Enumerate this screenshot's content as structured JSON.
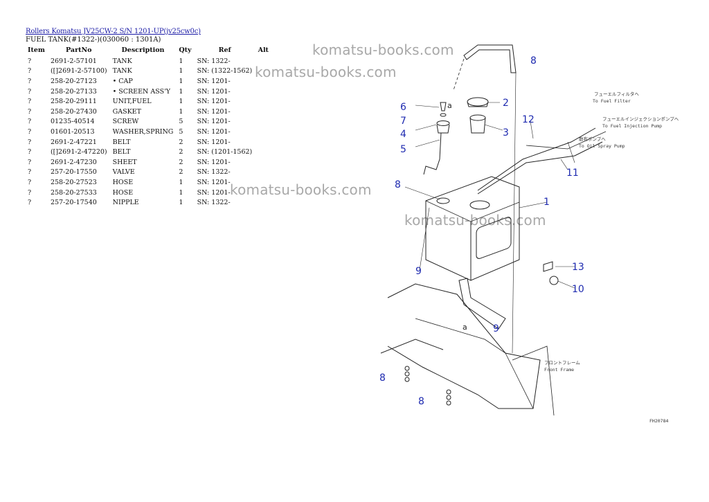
{
  "header": {
    "breadcrumb": "Rollers Komatsu JV25CW-2 S/N 1201-UP(jv25cw0c)",
    "subtitle": "FUEL TANK(#1322-)(030060 : 1301A)"
  },
  "table": {
    "columns": [
      "Item",
      "PartNo",
      "Description",
      "Qty",
      "Ref",
      "Alt"
    ],
    "rows": [
      {
        "item": "?",
        "partno": "2691-2-57101",
        "desc": "TANK",
        "qty": "1",
        "ref": "SN: 1322-",
        "alt": ""
      },
      {
        "item": "?",
        "partno": "([]2691-2-57100)",
        "desc": "TANK",
        "qty": "1",
        "ref": "SN: (1322-1562)",
        "alt": ""
      },
      {
        "item": "?",
        "partno": "258-20-27123",
        "desc": "• CAP",
        "qty": "1",
        "ref": "SN: 1201-",
        "alt": ""
      },
      {
        "item": "?",
        "partno": "258-20-27133",
        "desc": "• SCREEN ASS'Y",
        "qty": "1",
        "ref": "SN: 1201-",
        "alt": ""
      },
      {
        "item": "?",
        "partno": "258-20-29111",
        "desc": "UNIT,FUEL",
        "qty": "1",
        "ref": "SN: 1201-",
        "alt": ""
      },
      {
        "item": "?",
        "partno": "258-20-27430",
        "desc": "GASKET",
        "qty": "1",
        "ref": "SN: 1201-",
        "alt": ""
      },
      {
        "item": "?",
        "partno": "01235-40514",
        "desc": "SCREW",
        "qty": "5",
        "ref": "SN: 1201-",
        "alt": ""
      },
      {
        "item": "?",
        "partno": "01601-20513",
        "desc": "WASHER,SPRING",
        "qty": "5",
        "ref": "SN: 1201-",
        "alt": ""
      },
      {
        "item": "?",
        "partno": "2691-2-47221",
        "desc": "BELT",
        "qty": "2",
        "ref": "SN: 1201-",
        "alt": ""
      },
      {
        "item": "?",
        "partno": "([]2691-2-47220)",
        "desc": "BELT",
        "qty": "2",
        "ref": "SN: (1201-1562)",
        "alt": ""
      },
      {
        "item": "?",
        "partno": "2691-2-47230",
        "desc": "SHEET",
        "qty": "2",
        "ref": "SN: 1201-",
        "alt": ""
      },
      {
        "item": "?",
        "partno": "257-20-17550",
        "desc": "VALVE",
        "qty": "2",
        "ref": "SN: 1322-",
        "alt": ""
      },
      {
        "item": "?",
        "partno": "258-20-27523",
        "desc": "HOSE",
        "qty": "1",
        "ref": "SN: 1201-",
        "alt": ""
      },
      {
        "item": "?",
        "partno": "258-20-27533",
        "desc": "HOSE",
        "qty": "1",
        "ref": "SN: 1201-",
        "alt": ""
      },
      {
        "item": "?",
        "partno": "257-20-17540",
        "desc": "NIPPLE",
        "qty": "1",
        "ref": "SN: 1322-",
        "alt": ""
      }
    ]
  },
  "watermarks": [
    "komatsu-books.com",
    "komatsu-books.com",
    "komatsu-books.com",
    "komatsu-books.com"
  ],
  "diagram": {
    "callouts": [
      "8",
      "2",
      "6",
      "a",
      "7",
      "3",
      "4",
      "5",
      "12",
      "11",
      "8",
      "1",
      "13",
      "10",
      "9",
      "9",
      "a",
      "8",
      "8"
    ],
    "jp_notes": [
      "フューエルフィルタへ",
      "To Fuel Filter",
      "フューエルインジェクションポンプへ",
      "To Fuel Injection Pump",
      "散布ポンプへ",
      "To Oil Spray Pump",
      "フロントフレーム",
      "Front Frame"
    ],
    "figure_code": "FH20784"
  }
}
